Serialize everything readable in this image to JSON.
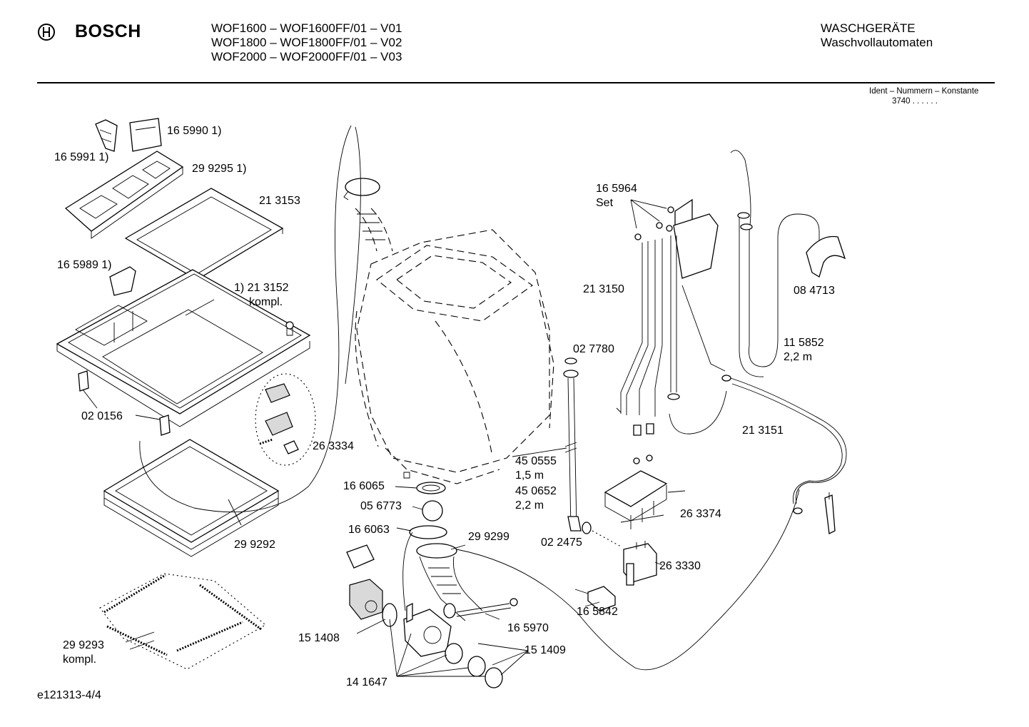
{
  "header": {
    "brand": "BOSCH",
    "models": [
      "WOF1600 – WOF1600FF/01 – V01",
      "WOF1800 – WOF1800FF/01 – V02",
      "WOF2000 – WOF2000FF/01 – V03"
    ],
    "category": "WASCHGERÄTE",
    "subcategory": "Waschvollautomaten",
    "ident_title": "Ident – Nummern – Konstante",
    "ident_value": "3740  . .   . . . ."
  },
  "parts": [
    {
      "id": "p165990",
      "text": "16 5990 1)"
    },
    {
      "id": "p165991",
      "text": "16 5991 1)"
    },
    {
      "id": "p299295",
      "text": "29 9295 1)"
    },
    {
      "id": "p213153",
      "text": "21 3153"
    },
    {
      "id": "p165989",
      "text": "16 5989 1)"
    },
    {
      "id": "p213152",
      "text": "1) 21 3152"
    },
    {
      "id": "p213152k",
      "text": "kompl."
    },
    {
      "id": "p020156",
      "text": "02 0156"
    },
    {
      "id": "p263334",
      "text": "26 3334"
    },
    {
      "id": "p299292",
      "text": "29 9292"
    },
    {
      "id": "p299293",
      "text": "29 9293"
    },
    {
      "id": "p299293k",
      "text": "kompl."
    },
    {
      "id": "p165964",
      "text": "16 5964"
    },
    {
      "id": "p165964s",
      "text": "Set"
    },
    {
      "id": "p213150",
      "text": "21 3150"
    },
    {
      "id": "p084713",
      "text": "08 4713"
    },
    {
      "id": "p027780",
      "text": "02 7780"
    },
    {
      "id": "p115852",
      "text": "11 5852"
    },
    {
      "id": "p115852l",
      "text": "2,2 m"
    },
    {
      "id": "p213151",
      "text": "21 3151"
    },
    {
      "id": "p450555",
      "text": "45 0555"
    },
    {
      "id": "p450555l",
      "text": "1,5 m"
    },
    {
      "id": "p450652",
      "text": "45 0652"
    },
    {
      "id": "p450652l",
      "text": "2,2 m"
    },
    {
      "id": "p263374",
      "text": "26 3374"
    },
    {
      "id": "p166065",
      "text": "16 6065"
    },
    {
      "id": "p056773",
      "text": "05 6773"
    },
    {
      "id": "p166063",
      "text": "16 6063"
    },
    {
      "id": "p299299",
      "text": "29 9299"
    },
    {
      "id": "p022475",
      "text": "02 2475"
    },
    {
      "id": "p263330",
      "text": "26 3330"
    },
    {
      "id": "p165842",
      "text": "16 5842"
    },
    {
      "id": "p165970",
      "text": "16 5970"
    },
    {
      "id": "p151408",
      "text": "15 1408"
    },
    {
      "id": "p151409",
      "text": "15 1409"
    },
    {
      "id": "p141647",
      "text": "14 1647"
    }
  ],
  "footer": {
    "code": "e121313-4/4"
  }
}
